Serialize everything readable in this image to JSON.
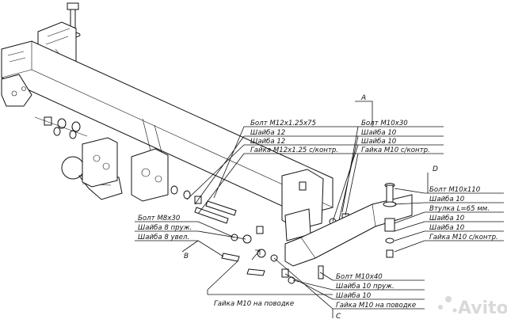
{
  "callouts": {
    "top_center": [
      "Болт M12x1.25x75",
      "Шайба 12",
      "Шайба 12",
      "Гайка M12x1.25 с/контр."
    ],
    "top_right": [
      "Болт M10x30",
      "Шайба 10",
      "Шайба 10",
      "Гайка M10 с/контр."
    ],
    "right_d": [
      "Болт M10x110",
      "Шайба 10",
      "Втулка L=65 мм.",
      "Шайба 10",
      "Шайба 10",
      "Гайка M10 с/контр."
    ],
    "left_b": [
      "Болт M8x30",
      "Шайба 8 пруж.",
      "Шайба 8 увел."
    ],
    "bottom_c": [
      "Болт M10x40",
      "Шайба 10 пруж.",
      "Шайба 10",
      "Гайка M10 на поводке"
    ],
    "bottom_left": [
      "Гайка M10 на поводке"
    ]
  },
  "letters": {
    "a": "A",
    "b": "B",
    "c": "C",
    "d": "D"
  },
  "watermark": "Avito"
}
